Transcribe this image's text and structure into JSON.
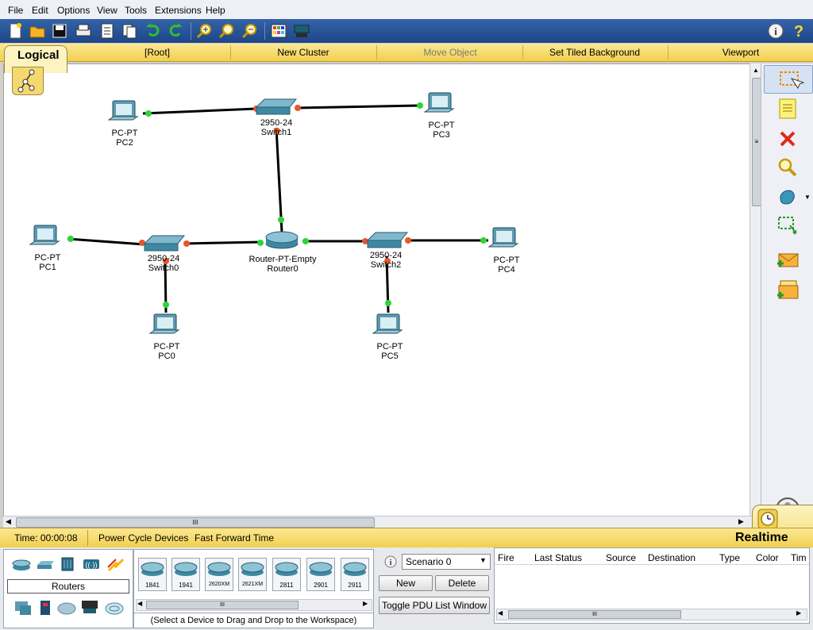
{
  "menu": [
    "File",
    "Edit",
    "Options",
    "View",
    "Tools",
    "Extensions",
    "Help"
  ],
  "toolbar_icons": [
    "new-file-icon",
    "open-folder-icon",
    "save-icon",
    "print-icon",
    "activity-wizard-icon",
    "copy-icon",
    "undo-icon",
    "redo-icon",
    "zoom-in-icon",
    "zoom-reset-icon",
    "zoom-out-icon",
    "palette-icon",
    "custom-device-icon",
    "info-icon",
    "help-icon"
  ],
  "tabbar": {
    "logical": "Logical",
    "root": "[Root]",
    "new_cluster": "New Cluster",
    "move_object": "Move Object",
    "set_tiled_background": "Set Tiled Background",
    "viewport": "Viewport"
  },
  "devices": {
    "pc2": {
      "type": "PC-PT",
      "name": "PC2"
    },
    "pc3": {
      "type": "PC-PT",
      "name": "PC3"
    },
    "pc1": {
      "type": "PC-PT",
      "name": "PC1"
    },
    "pc4": {
      "type": "PC-PT",
      "name": "PC4"
    },
    "pc0": {
      "type": "PC-PT",
      "name": "PC0"
    },
    "pc5": {
      "type": "PC-PT",
      "name": "PC5"
    },
    "switch1": {
      "type": "2950-24",
      "name": "Switch1"
    },
    "switch0": {
      "type": "2950-24",
      "name": "Switch0"
    },
    "switch2": {
      "type": "2950-24",
      "name": "Switch2"
    },
    "router0": {
      "type": "Router-PT-Empty",
      "name": "Router0"
    }
  },
  "colors": {
    "link_up": "#2fd33a",
    "link_down": "#e8562a",
    "accent_yellow": "#f1cf4e",
    "toolbar_blue": "#2a55a0"
  },
  "status": {
    "time": "Time: 00:00:08",
    "power_cycle": "Power Cycle Devices",
    "fast_forward": "Fast Forward Time",
    "realtime": "Realtime"
  },
  "device_panel": {
    "category": "Routers",
    "models": [
      "1841",
      "1941",
      "2620XM",
      "2621XM",
      "2811",
      "2901",
      "2911"
    ],
    "hint": "(Select a Device to Drag and Drop to the Workspace)"
  },
  "scenario": {
    "selected": "Scenario 0",
    "new": "New",
    "delete": "Delete",
    "toggle": "Toggle PDU List Window"
  },
  "pdu_table": {
    "headers": [
      "Fire",
      "Last Status",
      "Source",
      "Destination",
      "Type",
      "Color",
      "Tim"
    ]
  },
  "scrollbar_grip": "III",
  "side_menu_glyph": "≡"
}
